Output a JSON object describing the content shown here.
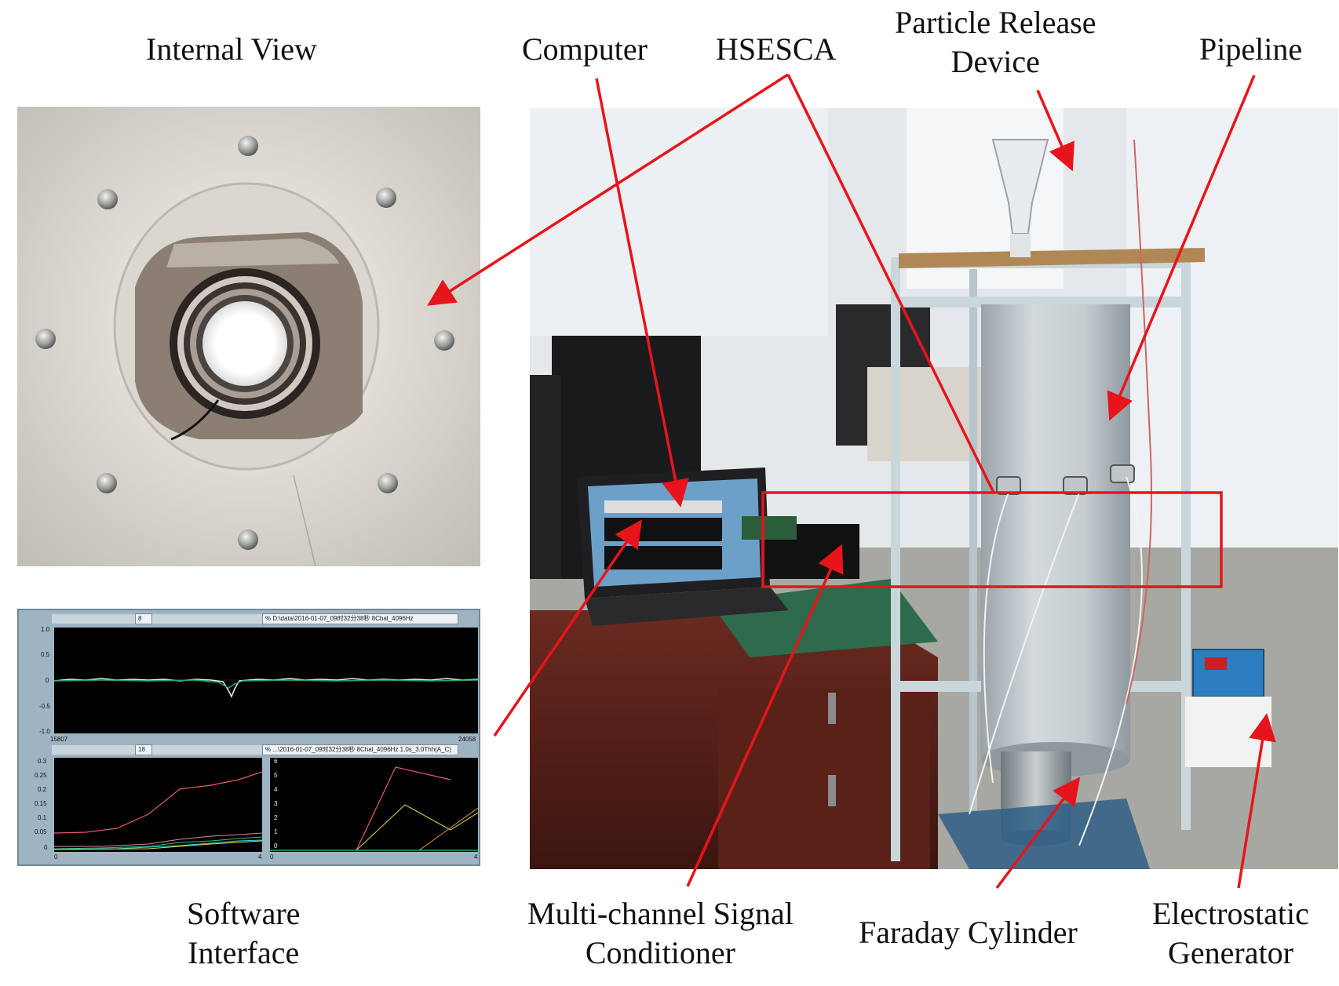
{
  "labels": {
    "internal_view": "Internal View",
    "computer": "Computer",
    "hsesca": "HSESCA",
    "particle_release_line1": "Particle Release",
    "particle_release_line2": "Device",
    "pipeline": "Pipeline",
    "software_line1": "Software",
    "software_line2": "Interface",
    "multichannel_line1": "Multi-channel Signal",
    "multichannel_line2": "Conditioner",
    "faraday": "Faraday Cylinder",
    "electrostatic_line1": "Electrostatic",
    "electrostatic_line2": "Generator"
  },
  "software": {
    "top_path": "% D:\\data\\2016-01-07_09时32分38秒 8Chal_4096Hz",
    "bottom_path": "% ...\\2016-01-07_09时32分38秒 8Chal_4096Hz 1.0s_3.0Thh(A_C)",
    "top_xmin": "15807",
    "top_xmax": "24058",
    "top_y_ticks": [
      "1.0",
      "0.5",
      "0",
      "-0.5",
      "-1.0"
    ],
    "refresh_value": "8",
    "count_value": "18",
    "bl_y_ticks": [
      "0.3",
      "0.25",
      "0.2",
      "0.15",
      "0.1",
      "0.05",
      "0"
    ],
    "br_y_ticks": [
      "6",
      "5",
      "4",
      "3",
      "2",
      "1",
      "0"
    ],
    "bl_x_ticks": [
      "0",
      "4"
    ],
    "br_x_ticks": [
      "0",
      "4"
    ]
  },
  "colors": {
    "arrow": "#e8141b",
    "highlight_box": "#e8141b"
  }
}
